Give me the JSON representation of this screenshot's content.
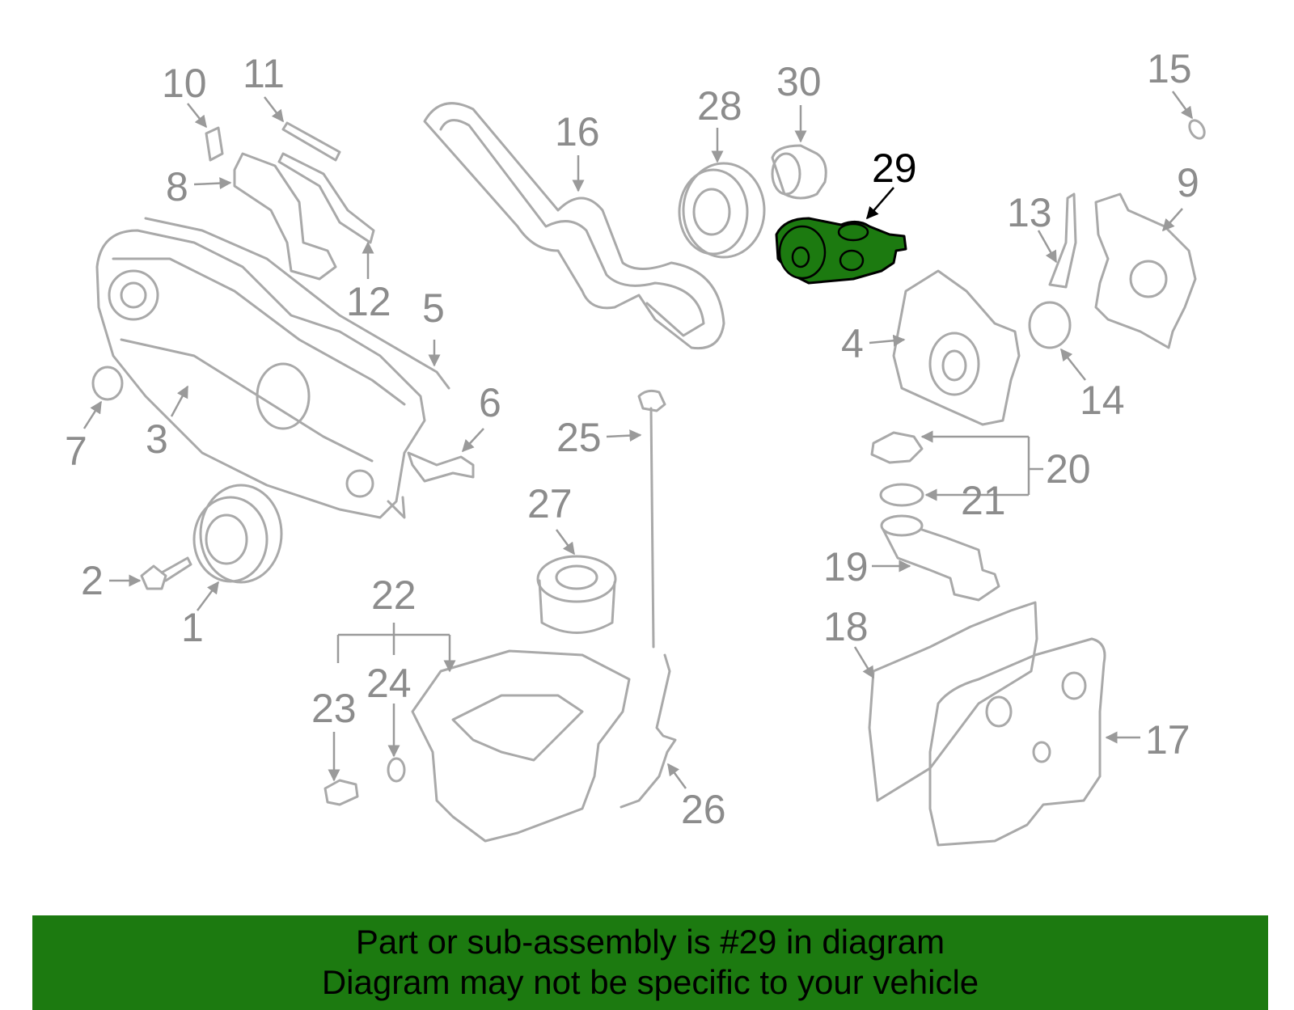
{
  "highlight_color": "#1c7a10",
  "highlighted_part": "29",
  "callouts": {
    "c1": "1",
    "c2": "2",
    "c3": "3",
    "c4": "4",
    "c5": "5",
    "c6": "6",
    "c7": "7",
    "c8": "8",
    "c9": "9",
    "c10": "10",
    "c11": "11",
    "c12": "12",
    "c13": "13",
    "c14": "14",
    "c15": "15",
    "c16": "16",
    "c17": "17",
    "c18": "18",
    "c19": "19",
    "c20": "20",
    "c21": "21",
    "c22": "22",
    "c23": "23",
    "c24": "24",
    "c25": "25",
    "c26": "26",
    "c27": "27",
    "c28": "28",
    "c29": "29",
    "c30": "30"
  },
  "banner": {
    "line1": "Part or sub-assembly is #29 in diagram",
    "line2": "Diagram may not be specific to your vehicle"
  }
}
